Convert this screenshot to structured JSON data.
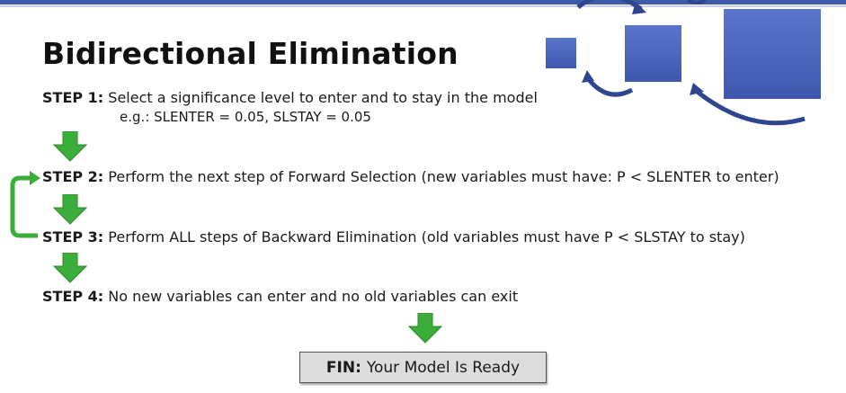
{
  "title": "Bidirectional Elimination",
  "steps": [
    {
      "label": "STEP 1:",
      "text": "Select a significance level to enter and to stay in the model",
      "sub": "e.g.: SLENTER = 0.05, SLSTAY = 0.05"
    },
    {
      "label": "STEP 2:",
      "text": "Perform the next step of Forward Selection (new variables must have: P < SLENTER to enter)"
    },
    {
      "label": "STEP 3:",
      "text": "Perform ALL steps of Backward Elimination (old variables must have P < SLSTAY to stay)"
    },
    {
      "label": "STEP 4:",
      "text": "No new variables can enter and no old variables can exit"
    }
  ],
  "fin": {
    "label": "FIN:",
    "text": "Your Model Is Ready"
  },
  "colors": {
    "arrow": "#3aad3a",
    "accent": "#3e5aa8",
    "box": "#4864bf"
  },
  "icons": [
    "down-arrow-icon",
    "loop-arrow-icon",
    "squares-graphic"
  ]
}
